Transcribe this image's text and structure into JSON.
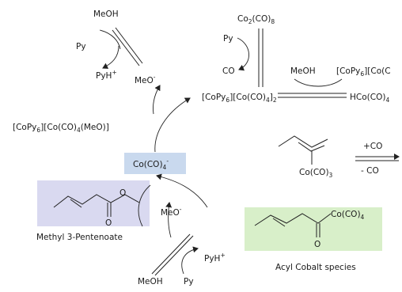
{
  "labels": {
    "meoh_top": "MeOH",
    "py_top": "Py",
    "pyh_top": "PyH",
    "plus_top": "+",
    "meo_top": "MeO",
    "minus_top": "-",
    "co2co8_a": "Co",
    "co2co8_2": "2",
    "co2co8_b": "(CO)",
    "co2co8_8": "8",
    "py_upper": "Py",
    "co_upper": "CO",
    "salt_a": "[CoPy",
    "salt_6": "6",
    "salt_b": "][Co(CO)",
    "salt_4": "4",
    "salt_c": "]",
    "salt_2": "2",
    "meoh_right": "MeOH",
    "salt_right_a": "[CoPy",
    "salt_right_6": "6",
    "salt_right_b": "][Co(C",
    "hco_a": "HCo(CO)",
    "hco_4": "4",
    "salt_meo_a": "[CoPy",
    "salt_meo_6": "6",
    "salt_meo_b": "][Co(CO)",
    "salt_meo_4": "4",
    "salt_meo_c": "(MeO)]",
    "center_a": "Co(CO)",
    "center_4": "4",
    "center_minus": "-",
    "plus_co": "+CO",
    "minus_co": "- CO",
    "allyl_a": "Co(CO)",
    "allyl_3": "3",
    "ester_o": "O",
    "ester_o2": "O",
    "methyl_pentenoate": "Methyl 3-Pentenoate",
    "meo_bottom": "MeO",
    "minus_bottom": "-",
    "pyh_bottom": "PyH",
    "plus_bottom": "+",
    "meoh_bottom": "MeOH",
    "py_bottom": "Py",
    "acyl_co_a": "Co(CO)",
    "acyl_co_4": "4",
    "acyl_o": "O",
    "acyl_cobalt_species": "Acyl Cobalt species"
  },
  "colors": {
    "center_box": "#c9d9ee",
    "ester_box": "#d9d9f0",
    "acyl_box": "#d8efc9",
    "ink": "#1a1a1a"
  }
}
